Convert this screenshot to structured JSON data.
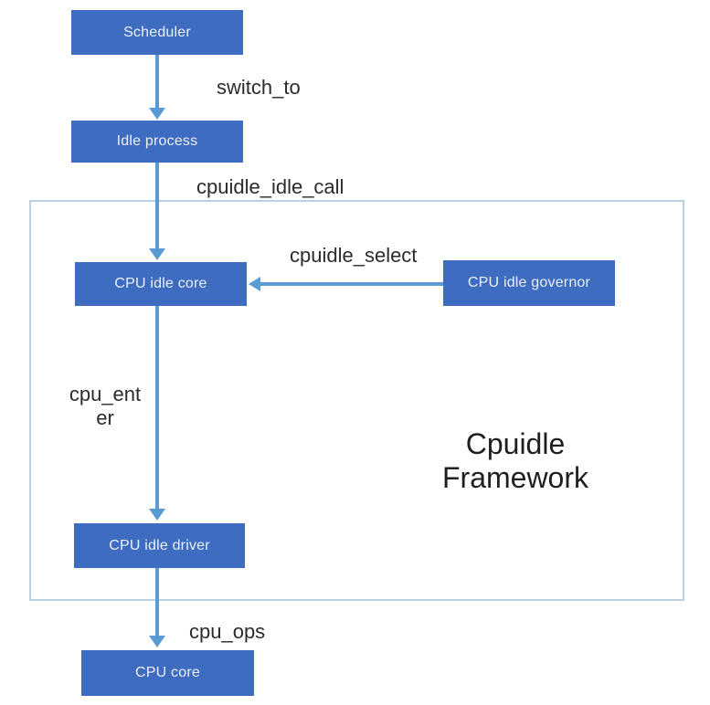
{
  "diagram": {
    "title": "Cpuidle\nFramework",
    "nodes": [
      {
        "id": "scheduler",
        "label": "Scheduler"
      },
      {
        "id": "idle-process",
        "label": "Idle process"
      },
      {
        "id": "cpu-idle-core",
        "label": "CPU idle core"
      },
      {
        "id": "cpu-idle-governor",
        "label": "CPU idle governor"
      },
      {
        "id": "cpu-idle-driver",
        "label": "CPU idle driver"
      },
      {
        "id": "cpu-core",
        "label": "CPU core"
      }
    ],
    "edges": [
      {
        "from": "scheduler",
        "to": "idle-process",
        "label": "switch_to"
      },
      {
        "from": "idle-process",
        "to": "cpu-idle-core",
        "label": "cpuidle_idle_call"
      },
      {
        "from": "cpu-idle-governor",
        "to": "cpu-idle-core",
        "label": "cpuidle_select"
      },
      {
        "from": "cpu-idle-core",
        "to": "cpu-idle-driver",
        "label": "cpu_ent\ner"
      },
      {
        "from": "cpu-idle-driver",
        "to": "cpu-core",
        "label": "cpu_ops"
      }
    ],
    "colors": {
      "node_fill": "#3d6cc0",
      "node_text": "#edf1f9",
      "arrow": "#5b9bd5",
      "frame_border": "#b8d0e2",
      "label_text": "#2b2b2b",
      "title_text": "#1f1f1f"
    }
  }
}
